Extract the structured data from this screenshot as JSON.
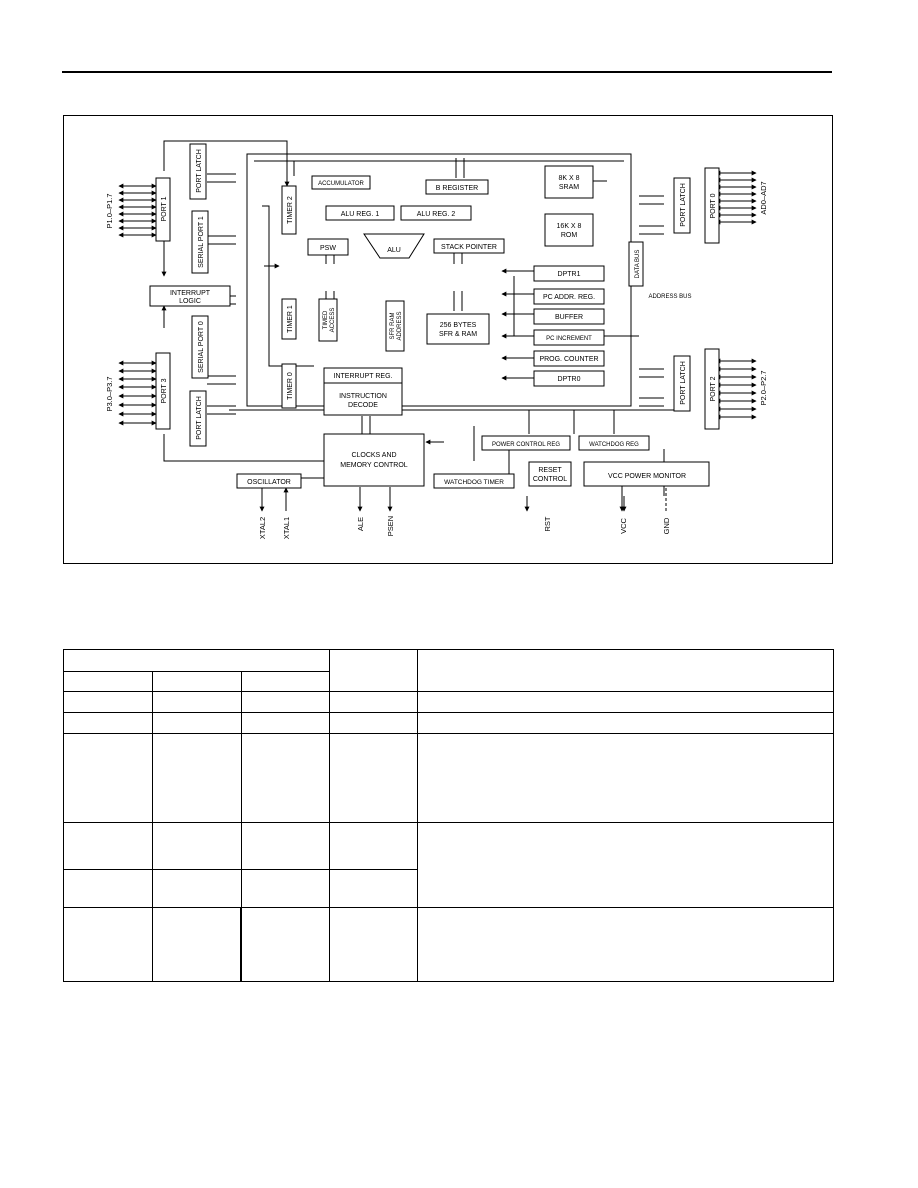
{
  "diagram": {
    "blocks": {
      "port1": "PORT 1",
      "port_latch_1": "PORT LATCH",
      "serial_port_1": "SERIAL PORT 1",
      "interrupt_logic_1": "INTERRUPT",
      "interrupt_logic_2": "LOGIC",
      "serial_port_0": "SERIAL PORT 0",
      "port3": "PORT 3",
      "port_latch_3": "PORT LATCH",
      "timer2": "TIMER 2",
      "timer1": "TIMER 1",
      "timer0": "TIMER 0",
      "accumulator": "ACCUMULATOR",
      "alu_reg1": "ALU REG. 1",
      "alu_reg2": "ALU REG. 2",
      "b_register": "B REGISTER",
      "psw": "PSW",
      "alu": "ALU",
      "stack_pointer": "STACK POINTER",
      "timed_access_1": "TIMED",
      "timed_access_2": "ACCESS",
      "sfr_ram_address_1": "SFR RAM",
      "sfr_ram_address_2": "ADDRESS",
      "sfr_ram_1": "256 BYTES",
      "sfr_ram_2": "SFR & RAM",
      "interrupt_reg": "INTERRUPT REG.",
      "instruction_decode_1": "INSTRUCTION",
      "instruction_decode_2": "DECODE",
      "sram_1": "8K X 8",
      "sram_2": "SRAM",
      "rom_1": "16K X 8",
      "rom_2": "ROM",
      "data_bus": "DATA BUS",
      "dptr1": "DPTR1",
      "pc_addr_reg": "PC ADDR. REG.",
      "address_bus": "ADDRESS BUS",
      "buffer": "BUFFER",
      "pc_increment": "PC INCREMENT",
      "prog_counter": "PROG. COUNTER",
      "dptr0": "DPTR0",
      "port_latch_0": "PORT LATCH",
      "port0": "PORT 0",
      "port_latch_2": "PORT LATCH",
      "port2": "PORT 2",
      "power_control_reg": "POWER CONTROL REG",
      "watchdog_reg": "WATCHDOG REG",
      "clocks_1": "CLOCKS AND",
      "clocks_2": "MEMORY CONTROL",
      "oscillator": "OSCILLATOR",
      "watchdog_timer": "WATCHDOG TIMER",
      "reset_control_1": "RESET",
      "reset_control_2": "CONTROL",
      "vcc_power_monitor": "VCC POWER MONITOR"
    },
    "pins": {
      "p1": "P1.0–P1.7",
      "p3": "P3.0–P3.7",
      "p0": "AD0–AD7",
      "p2": "P2.0–P2.7",
      "xtal2": "XTAL2",
      "xtal1": "XTAL1",
      "ale": "ALE",
      "psen": "PSEN",
      "rst": "RST",
      "vcc": "VCC",
      "gnd": "GND"
    }
  }
}
